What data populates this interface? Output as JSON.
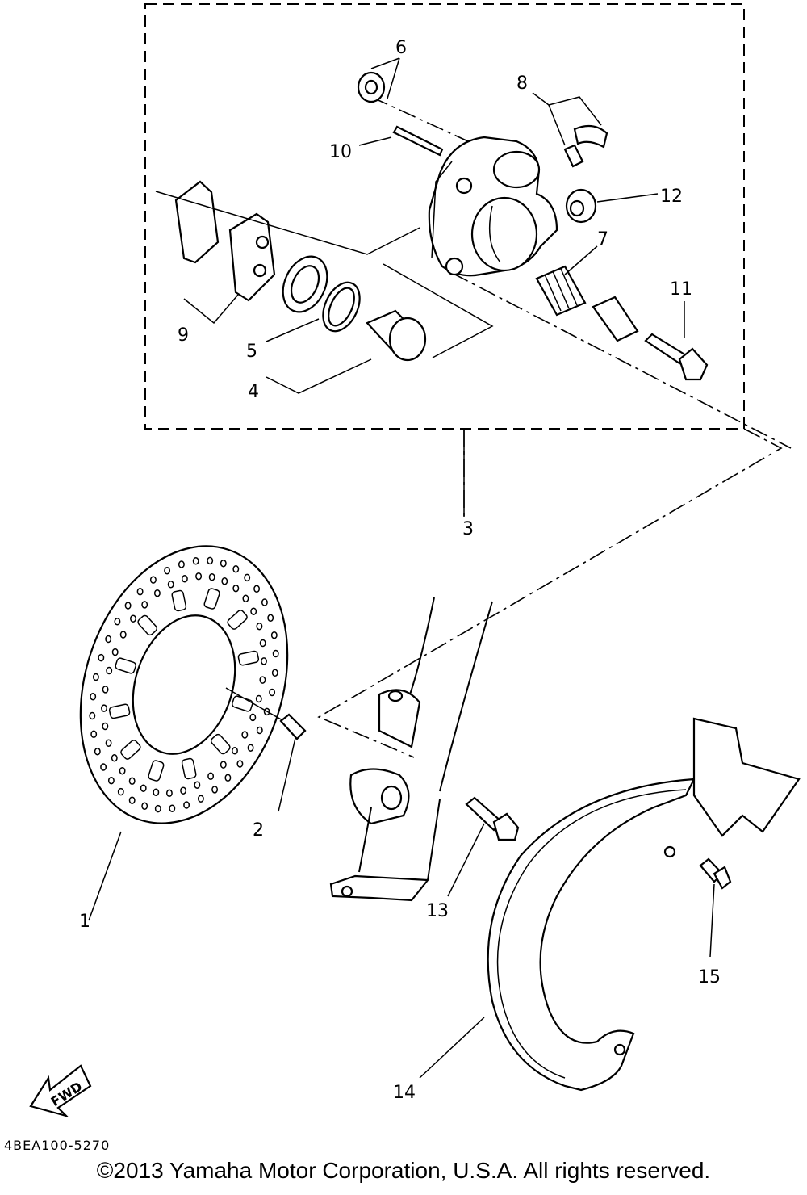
{
  "diagram": {
    "callouts": [
      "1",
      "2",
      "3",
      "4",
      "5",
      "6",
      "7",
      "8",
      "9",
      "10",
      "11",
      "12",
      "13",
      "14",
      "15"
    ],
    "fwd_label": "FWD",
    "drawing_code": "4BEA100-5270",
    "copyright": "©2013 Yamaha Motor Corporation, U.S.A. All rights reserved."
  }
}
